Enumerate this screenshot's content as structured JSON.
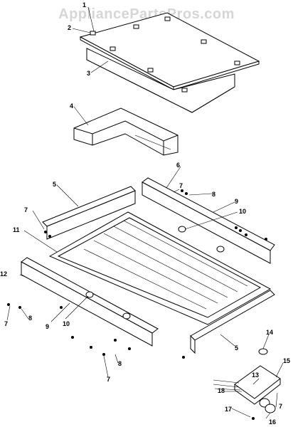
{
  "watermark": "AppliancePartsPros.com",
  "callouts": {
    "c1": "1",
    "c2": "2",
    "c3": "3",
    "c4": "4",
    "c5a": "5",
    "c5b": "5",
    "c6": "6",
    "c7a": "7",
    "c7b": "7",
    "c7c": "7",
    "c7d": "7",
    "c7e": "7",
    "c8a": "8",
    "c8b": "8",
    "c8c": "8",
    "c9a": "9",
    "c9b": "9",
    "c10a": "10",
    "c10b": "10",
    "c11": "11",
    "c12": "12",
    "c13": "13",
    "c14": "14",
    "c15": "15",
    "c16": "16",
    "c17": "17",
    "c18": "18"
  }
}
